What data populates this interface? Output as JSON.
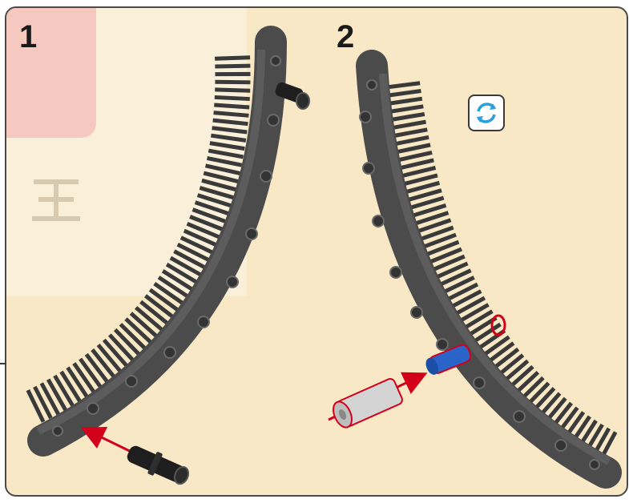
{
  "steps": [
    {
      "number": "1"
    },
    {
      "number": "2"
    }
  ],
  "icons": {
    "rotate": "rotate-icon",
    "watermark": "watermark-logo"
  },
  "colors": {
    "background": "#f8e8c6",
    "rack": "#4b4b4b",
    "pin_black": "#1e1e1e",
    "pin_blue": "#2a64c8",
    "bushing_gray": "#d4d4d4",
    "arrow_red": "#d2001a",
    "rotate_arrow": "#2aa0dc"
  }
}
